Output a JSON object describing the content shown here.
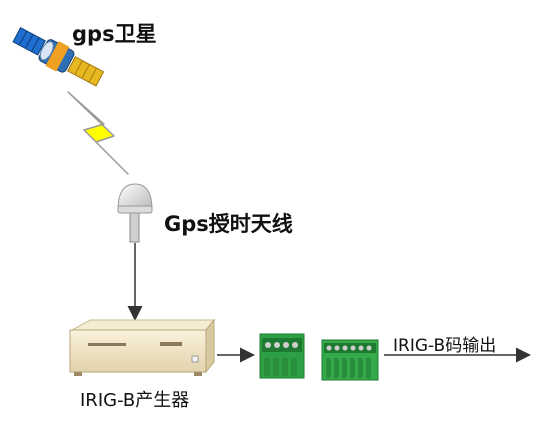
{
  "labels": {
    "satellite": "gps卫星",
    "antenna": "Gps授时天线",
    "generator": "IRIG-B产生器",
    "output": "IRIG-B码输出"
  },
  "colors": {
    "lightning": "#ffff00",
    "terminal_green": "#2ea043",
    "terminal_dark_green": "#1f7a31",
    "device_body": "#efe3c4",
    "arrow": "#333333"
  }
}
